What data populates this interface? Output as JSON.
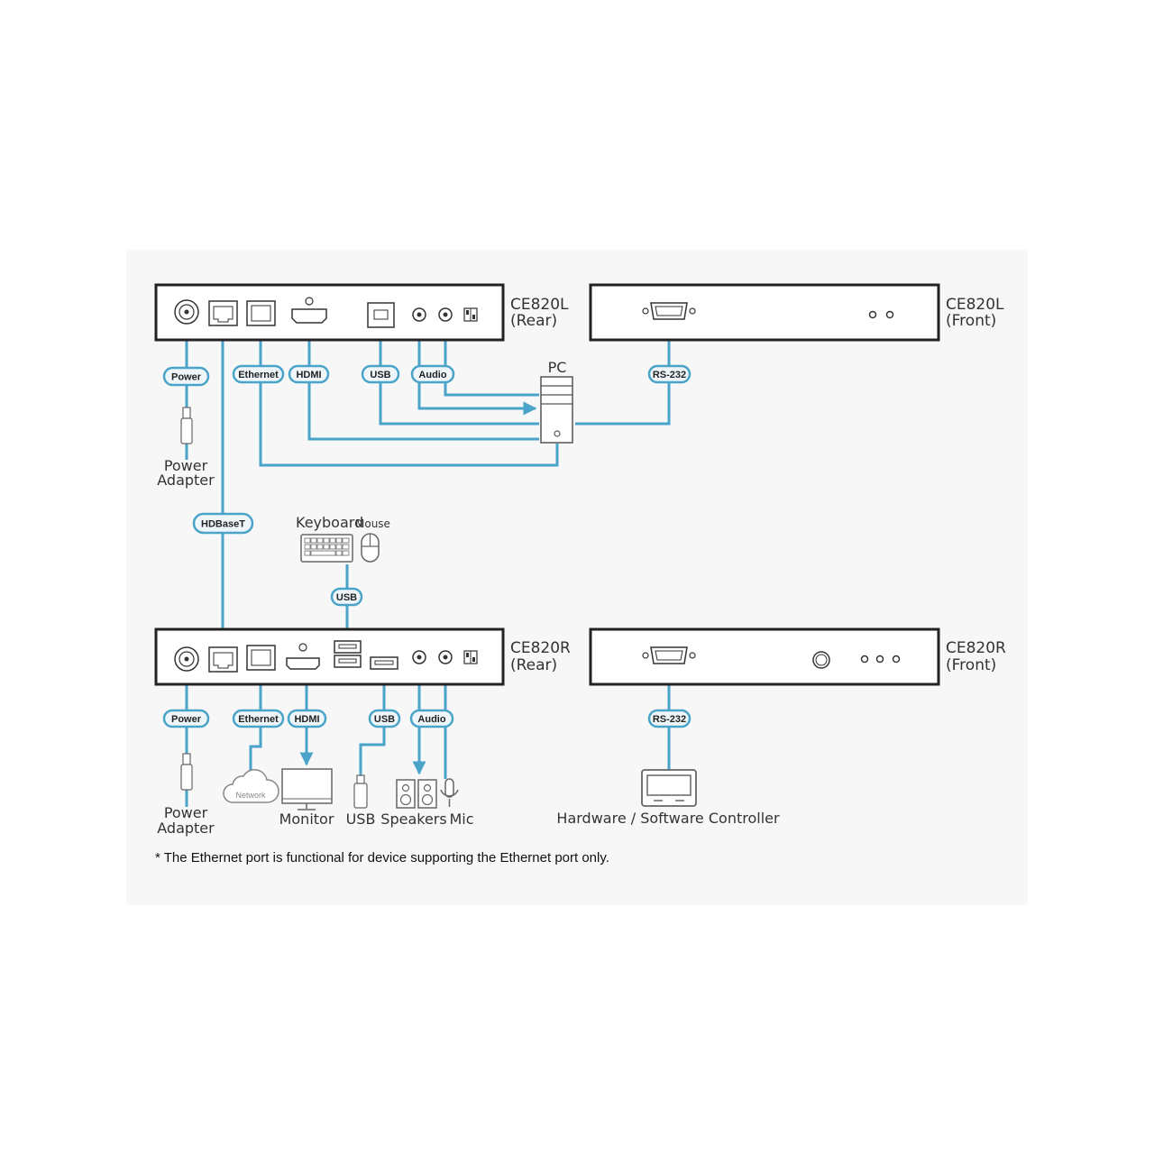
{
  "colors": {
    "line": "#4aa3c8",
    "device_outline": "#222222",
    "panel_bg": "#f7f7f7",
    "pill_fill": "#eef6fa"
  },
  "devices": {
    "local_rear": [
      "CE820L",
      "(Rear)"
    ],
    "local_front": [
      "CE820L",
      "(Front)"
    ],
    "remote_rear": [
      "CE820R",
      "(Rear)"
    ],
    "remote_front": [
      "CE820R",
      "(Front)"
    ]
  },
  "connectors": {
    "power_top": "Power",
    "ethernet_top": "Ethernet",
    "hdmi_top": "HDMI",
    "usb_top": "USB",
    "audio_top": "Audio",
    "rs232_top": "RS-232",
    "hdbaset": "HDBaseT",
    "usb_kbm": "USB",
    "power_bottom": "Power",
    "ethernet_bottom": "Ethernet",
    "hdmi_bottom": "HDMI",
    "usb_bottom": "USB",
    "audio_bottom": "Audio",
    "rs232_bottom": "RS-232"
  },
  "peripherals": {
    "pc": "PC",
    "power_adapter_top": [
      "Power",
      "Adapter"
    ],
    "keyboard": "Keyboard",
    "mouse": "Mouse",
    "network": "Network",
    "power_adapter_bottom": [
      "Power",
      "Adapter"
    ],
    "monitor": "Monitor",
    "usb": "USB",
    "speakers": "Speakers",
    "mic": "Mic",
    "controller": "Hardware / Software Controller"
  },
  "footnote": "* The Ethernet port is functional for device supporting the Ethernet port only."
}
